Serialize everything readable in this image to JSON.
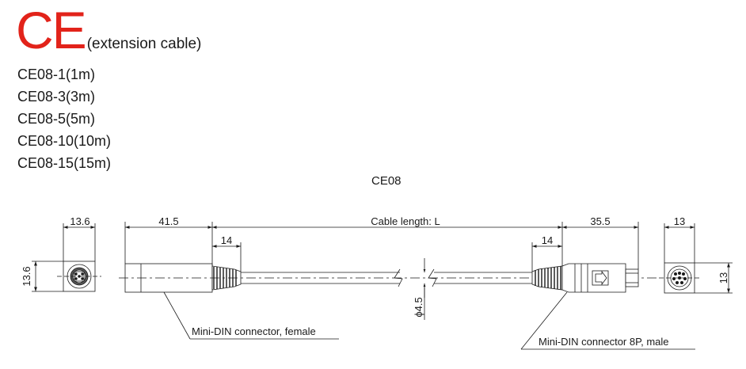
{
  "header": {
    "brand": "CE",
    "subtitle": "(extension cable)"
  },
  "models": [
    "CE08-1(1m)",
    "CE08-3(3m)",
    "CE08-5(5m)",
    "CE08-10(10m)",
    "CE08-15(15m)"
  ],
  "drawing": {
    "title": "CE08",
    "dimensions": {
      "left_view_width": "13.6",
      "left_view_height": "13.6",
      "female_connector_length": "41.5",
      "female_boot_length": "14",
      "cable_length": "Cable length: L",
      "male_boot_length": "14",
      "male_connector_length": "35.5",
      "right_view_width": "13",
      "right_view_height": "13",
      "cable_diameter": "ϕ4.5"
    },
    "callouts": {
      "female": "Mini-DIN connector, female",
      "male": "Mini-DIN connector 8P, male"
    }
  },
  "colors": {
    "brand": "#e2231a",
    "line": "#1a1a1a"
  }
}
